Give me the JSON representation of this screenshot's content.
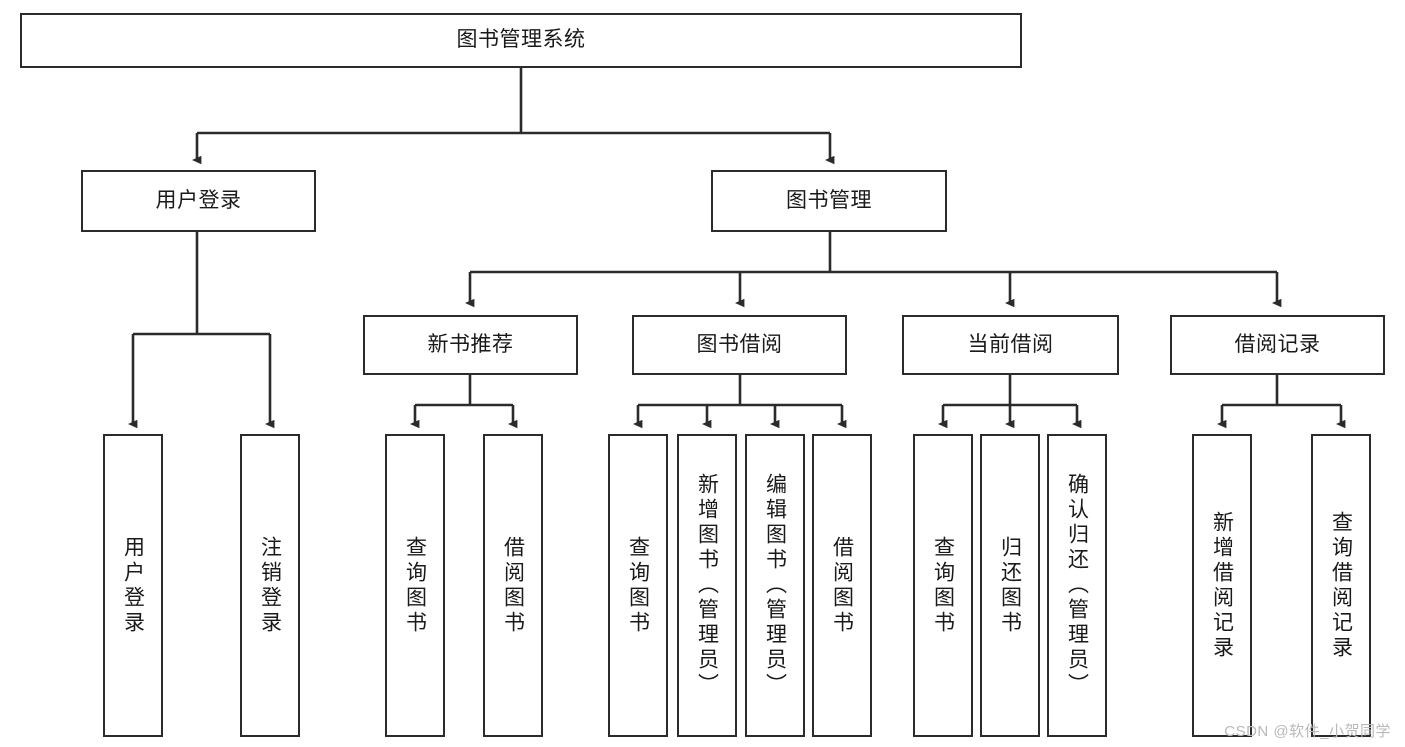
{
  "diagram": {
    "title": "图书管理系统",
    "type": "hierarchy-tree",
    "watermark": "CSDN @软件_小贺同学",
    "colors": {
      "background": "#ffffff",
      "box_border": "#2b2b2b",
      "box_fill": "#ffffff",
      "connector": "#2b2b2b",
      "text": "#1a1a1a",
      "watermark": "#b9b9b9"
    },
    "nodes": {
      "root": {
        "label": "图书管理系统"
      },
      "level2": [
        {
          "label": "用户登录"
        },
        {
          "label": "图书管理"
        }
      ],
      "level3": [
        {
          "label": "新书推荐"
        },
        {
          "label": "图书借阅"
        },
        {
          "label": "当前借阅"
        },
        {
          "label": "借阅记录"
        }
      ],
      "leaves_user_login": [
        {
          "label": "用户登录"
        },
        {
          "label": "注销登录"
        }
      ],
      "leaves_new_book": [
        {
          "label": "查询图书"
        },
        {
          "label": "借阅图书"
        }
      ],
      "leaves_borrow": [
        {
          "label": "查询图书"
        },
        {
          "label": "新增图书（管理员）"
        },
        {
          "label": "编辑图书（管理员）"
        },
        {
          "label": "借阅图书"
        }
      ],
      "leaves_current": [
        {
          "label": "查询图书"
        },
        {
          "label": "归还图书"
        },
        {
          "label": "确认归还（管理员）"
        }
      ],
      "leaves_record": [
        {
          "label": "新增借阅记录"
        },
        {
          "label": "查询借阅记录"
        }
      ]
    }
  }
}
